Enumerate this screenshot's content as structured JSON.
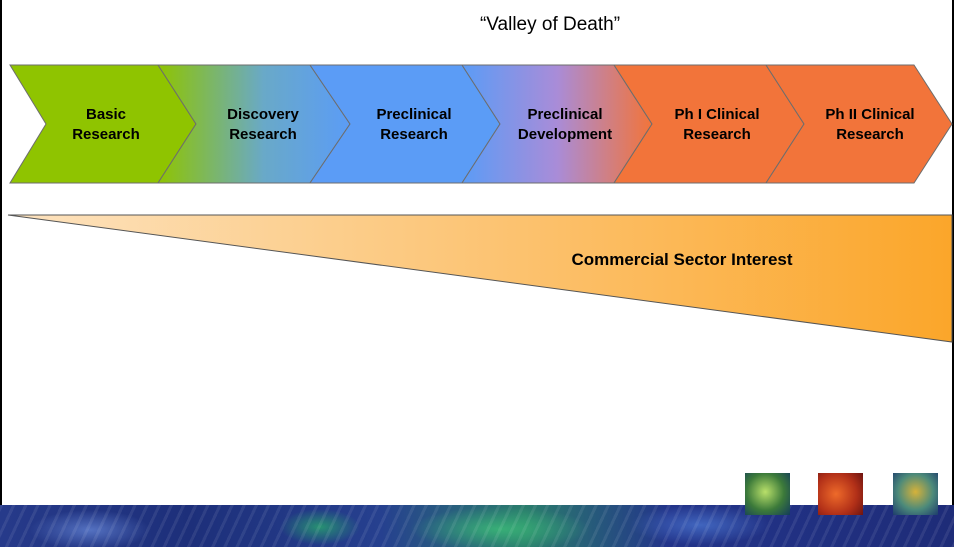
{
  "title": "“Valley of Death”",
  "stages": [
    {
      "line1": "Basic",
      "line2": "Research",
      "fill": "#8fc400"
    },
    {
      "line1": "Discovery",
      "line2": "Research",
      "fill": "green-to-blue"
    },
    {
      "line1": "Preclinical",
      "line2": "Research",
      "fill": "#5b9cf6"
    },
    {
      "line1": "Preclinical",
      "line2": "Development",
      "fill": "blue-to-orange"
    },
    {
      "line1": "Ph I Clinical",
      "line2": "Research",
      "fill": "#f2743a"
    },
    {
      "line1": "Ph II Clinical",
      "line2": "Research",
      "fill": "#f2743a"
    }
  ],
  "interest_wedge": {
    "label": "Commercial Sector Interest",
    "gradient_start": "#fde3c0",
    "gradient_end": "#fba62a"
  },
  "footer": {
    "thumbnails": [
      "microscopy-green",
      "microscopy-red",
      "microscopy-teal"
    ]
  }
}
